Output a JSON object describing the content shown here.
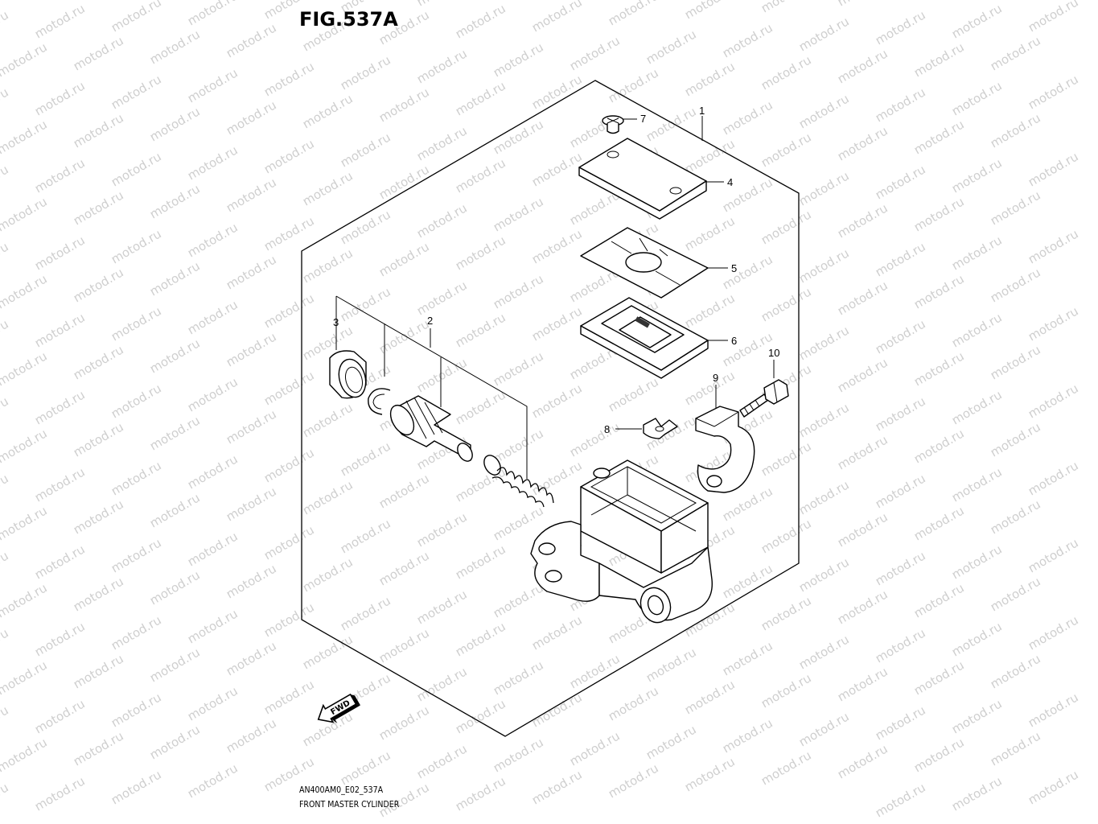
{
  "figure": {
    "title": "FIG.537A",
    "diagram_code": "AN400AM0_E02_537A",
    "caption": "FRONT MASTER CYLINDER"
  },
  "watermark": {
    "text": "motod.ru",
    "color": "#cfcfcf"
  },
  "fwd_label": "FWD",
  "callouts": [
    {
      "id": "1",
      "label": "1"
    },
    {
      "id": "2",
      "label": "2"
    },
    {
      "id": "3",
      "label": "3"
    },
    {
      "id": "4",
      "label": "4"
    },
    {
      "id": "5",
      "label": "5"
    },
    {
      "id": "6",
      "label": "6"
    },
    {
      "id": "7",
      "label": "7"
    },
    {
      "id": "8",
      "label": "8"
    },
    {
      "id": "9",
      "label": "9"
    },
    {
      "id": "10",
      "label": "10"
    }
  ]
}
